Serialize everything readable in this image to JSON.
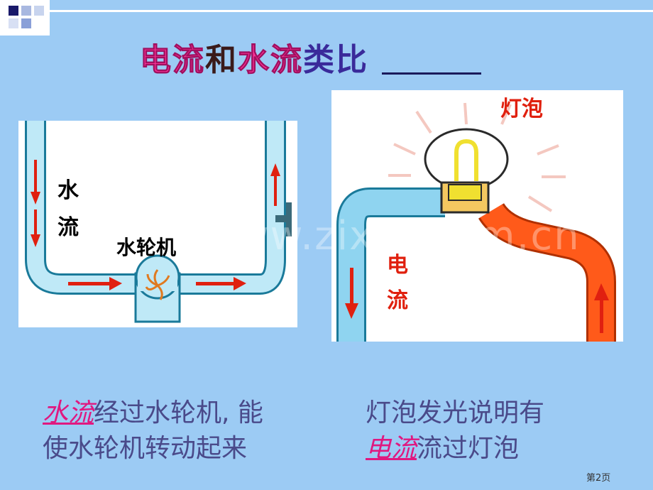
{
  "title": {
    "part1": "电流",
    "part2": "和",
    "part3": "水流",
    "part4": "类比"
  },
  "left_diagram": {
    "water_label_line1": "水",
    "water_label_line2": "流",
    "turbine_label": "水轮机"
  },
  "right_diagram": {
    "bulb_label": "灯泡",
    "current_label_line1": "电",
    "current_label_line2": "流"
  },
  "watermark": "www.zixin.com.cn",
  "captions": {
    "left_highlight": "水流",
    "left_line1_rest": "经过水轮机, 能",
    "left_line2": "使水轮机转动起来",
    "right_line1": "灯泡发光说明有",
    "right_highlight": "电流",
    "right_line2_rest": "流过灯泡"
  },
  "page_number": "第2页",
  "colors": {
    "background": "#9ccbf4",
    "pipe": "#bfe9f7",
    "arrow": "#e02010",
    "hot_pipe": "#ff5a1a"
  }
}
